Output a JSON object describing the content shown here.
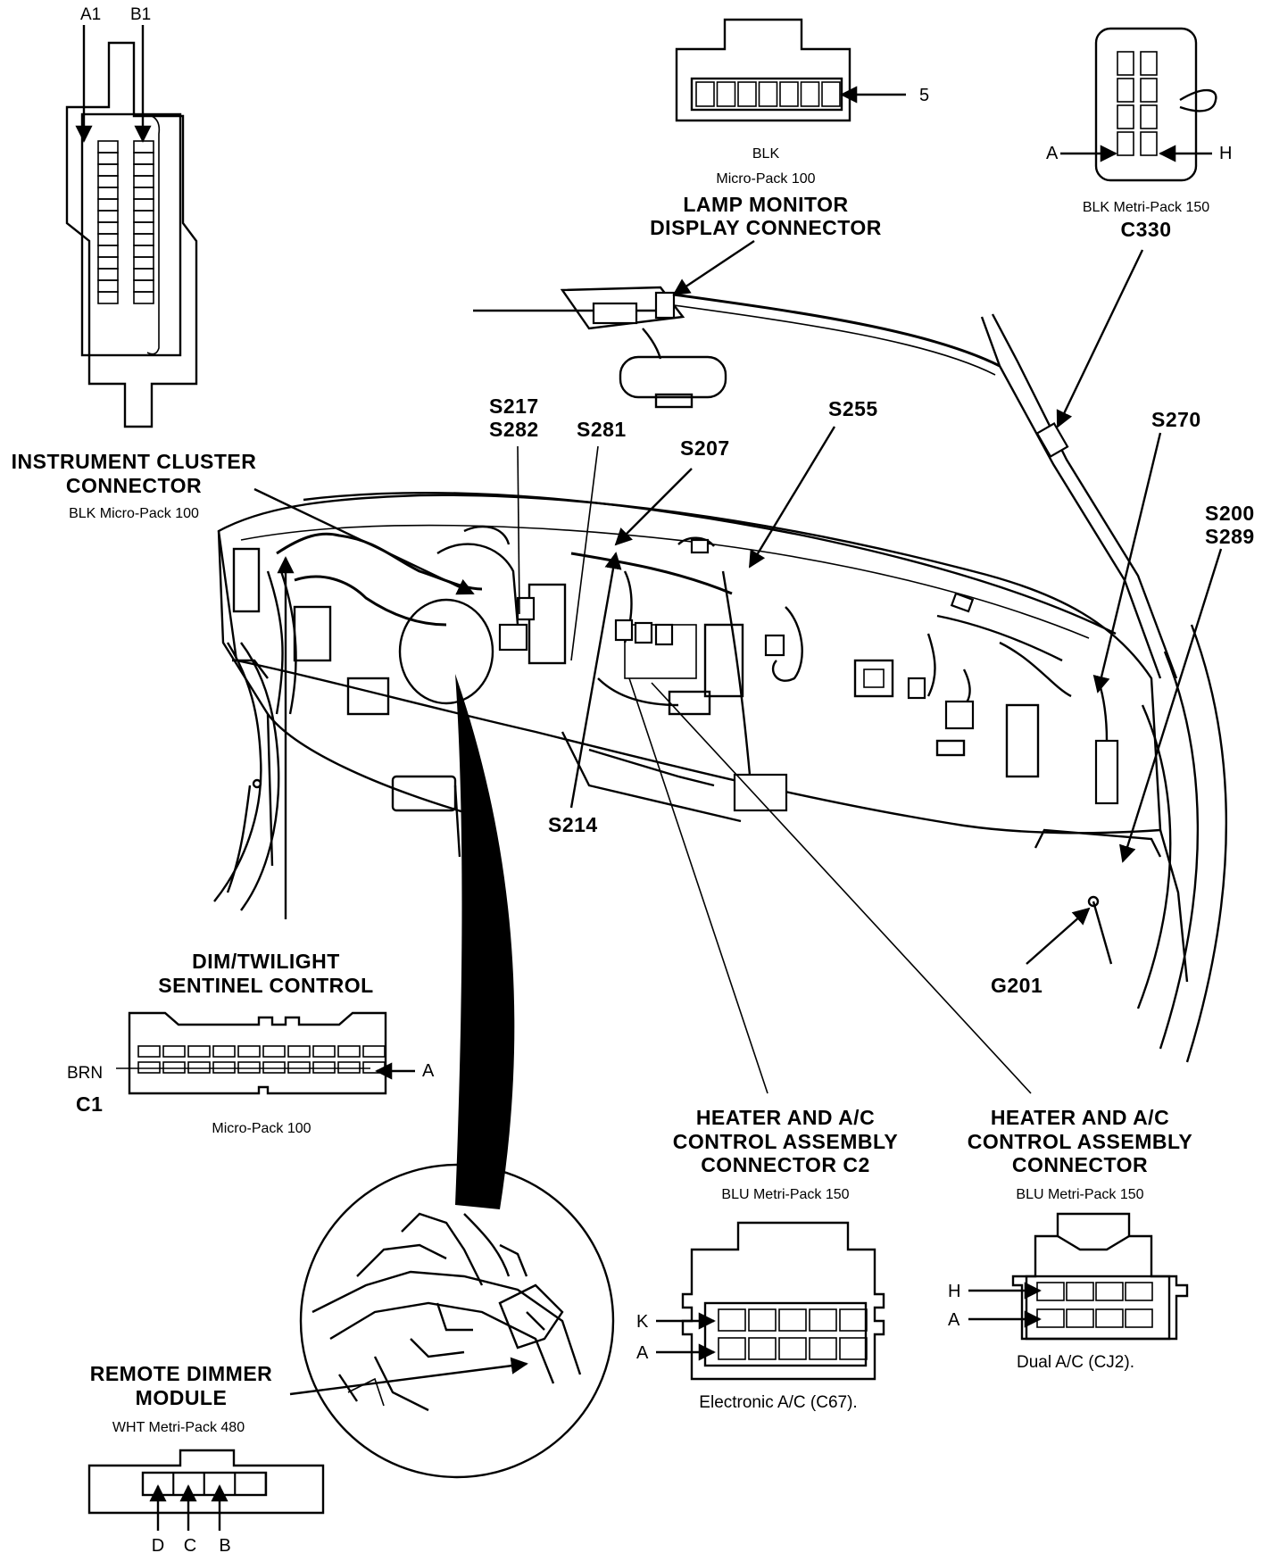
{
  "labels": {
    "a1": "A1",
    "b1": "B1",
    "lamp_pin": "5",
    "lamp_color": "BLK",
    "lamp_type": "Micro-Pack 100",
    "lamp_title_1": "LAMP MONITOR",
    "lamp_title_2": "DISPLAY CONNECTOR",
    "c330_pin_a": "A",
    "c330_pin_h": "H",
    "c330_type": "BLK Metri-Pack 150",
    "c330_id": "C330",
    "s217": "S217",
    "s282": "S282",
    "s281": "S281",
    "s207": "S207",
    "s255": "S255",
    "s270": "S270",
    "s200": "S200",
    "s289": "S289",
    "s214": "S214",
    "g201": "G201",
    "ic_title_1": "INSTRUMENT CLUSTER",
    "ic_title_2": "CONNECTOR",
    "ic_type": "BLK Micro-Pack 100",
    "dim_title_1": "DIM/TWILIGHT",
    "dim_title_2": "SENTINEL CONTROL",
    "dim_color": "BRN",
    "dim_id": "C1",
    "dim_pin_a": "A",
    "dim_type": "Micro-Pack 100",
    "hvac2_title_1": "HEATER AND A/C",
    "hvac2_title_2": "CONTROL ASSEMBLY",
    "hvac2_title_3": "CONNECTOR C2",
    "hvac2_type": "BLU Metri-Pack 150",
    "hvac2_pin_k": "K",
    "hvac2_pin_a": "A",
    "hvac2_caption": "Electronic A/C (C67).",
    "hvac_title_1": "HEATER AND A/C",
    "hvac_title_2": "CONTROL ASSEMBLY",
    "hvac_title_3": "CONNECTOR",
    "hvac_type": "BLU Metri-Pack 150",
    "hvac_pin_h": "H",
    "hvac_pin_a": "A",
    "hvac_caption": "Dual A/C (CJ2).",
    "rdm_title_1": "REMOTE DIMMER",
    "rdm_title_2": "MODULE",
    "rdm_type": "WHT Metri-Pack 480",
    "rdm_pin_d": "D",
    "rdm_pin_c": "C",
    "rdm_pin_b": "B"
  }
}
